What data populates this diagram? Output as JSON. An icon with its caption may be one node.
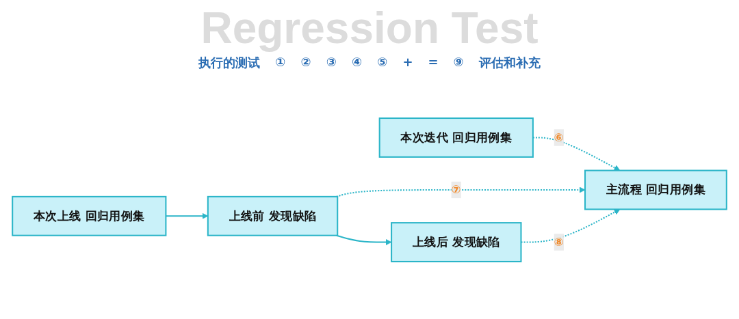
{
  "diagram": {
    "title": "Regression Test",
    "nodes": [
      {
        "text": [
          "主流程 回归用例集"
        ]
      },
      {
        "text": [
          "本次迭代 回归用例集"
        ]
      },
      {
        "text": [
          "本次上线 回归用例集"
        ]
      },
      {
        "text": [
          "上线前 发现缺陷"
        ]
      },
      {
        "text": [
          "上线后 发现缺陷"
        ]
      }
    ],
    "edges": [
      {
        "from": 1,
        "to": 0,
        "arrow": "to",
        "style": "dashed",
        "label": "⑥"
      },
      {
        "from": 2,
        "to": 3,
        "arrow": "to"
      },
      {
        "from": 3,
        "to": 4,
        "arrow": "to"
      },
      {
        "from": 3,
        "to": 0,
        "arrow": "to",
        "style": "dashed",
        "label": "⑦"
      },
      {
        "from": 4,
        "to": 0,
        "arrow": "to",
        "style": "dashed",
        "label": "⑧"
      }
    ],
    "labels": [
      "执行的测试",
      "①",
      "②",
      "③",
      "④",
      "⑤",
      "+",
      "=",
      "⑨",
      "评估和补充"
    ]
  }
}
